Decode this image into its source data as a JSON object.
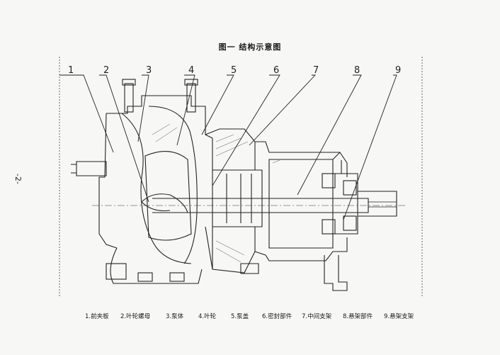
{
  "title": "图一  结构示意图",
  "page_number": "-2-",
  "callouts": [
    "1",
    "2",
    "3",
    "4",
    "5",
    "6",
    "7",
    "8",
    "9"
  ],
  "legend": [
    "1.前夹板",
    "2.叶轮螺母",
    "3.泵体",
    "4.叶轮",
    "5.泵盖",
    "6.密封部件",
    "7.中间支架",
    "8.悬架部件",
    "9.悬架支架"
  ]
}
